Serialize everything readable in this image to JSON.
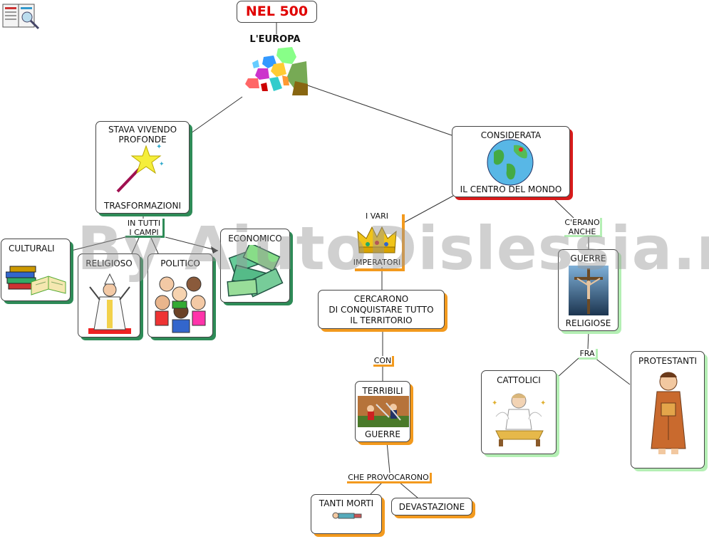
{
  "title": "NEL 500",
  "subject": "L'EUROPA",
  "left_branch": {
    "node_top": "STAVA VIVENDO PROFONDE",
    "node_bottom": "TRASFORMAZIONI",
    "link_label_1": "IN TUTTI",
    "link_label_2": "I CAMPI",
    "fields": [
      "CULTURALI",
      "RELIGIOSO",
      "POLITICO",
      "ECONOMICO"
    ]
  },
  "right_branch": {
    "node_top": "CONSIDERATA",
    "node_bottom": "IL CENTRO DEL MONDO",
    "imperatori_top": "I VARI",
    "imperatori_bottom": "IMPERATORI",
    "conquest_1": "CERCARONO",
    "conquest_2": "DI CONQUISTARE TUTTO",
    "conquest_3": "IL TERRITORIO",
    "con_label": "CON",
    "wars_top": "TERRIBILI",
    "wars_bottom": "GUERRE",
    "caused_label": "CHE PROVOCARONO",
    "results": [
      "TANTI MORTI",
      "DEVASTAZIONE"
    ],
    "also_1": "C'ERANO",
    "also_2": "ANCHE",
    "religious_wars_top": "GUERRE",
    "religious_wars_bottom": "RELIGIOSE",
    "fra_label": "FRA",
    "sides": [
      "CATTOLICI",
      "PROTESTANTI"
    ]
  },
  "watermark": "By AiutoDislessia.net"
}
